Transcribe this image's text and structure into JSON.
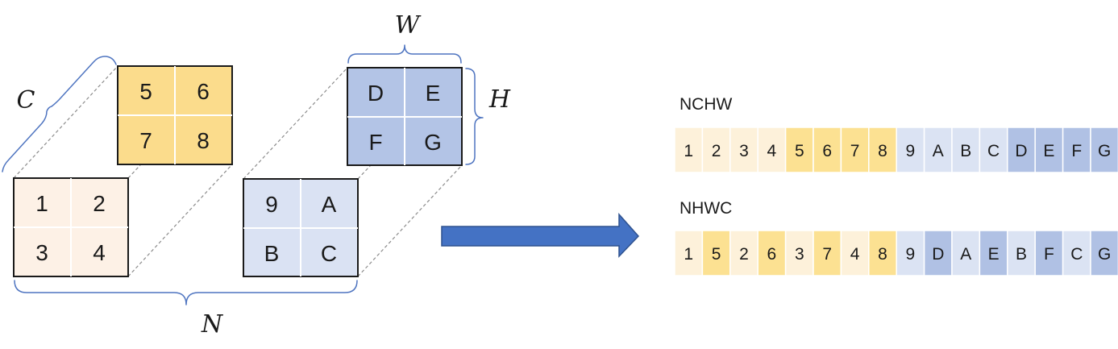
{
  "colors": {
    "light_orange": "#fdf1e6",
    "yellow": "#fbdc8c",
    "light_blue": "#dae2f3",
    "mid_blue": "#b3c4e6",
    "arrow": "#4472c4",
    "brace": "#4e74c0",
    "dashed": "#8c8c8c",
    "strip_light_orange": "#fdf1da",
    "strip_yellow": "#fce192",
    "strip_light_blue": "#dbe3f3",
    "strip_mid_blue": "#b0c1e4"
  },
  "tensor": {
    "batch0_channel0": [
      "1",
      "2",
      "3",
      "4"
    ],
    "batch0_channel1": [
      "5",
      "6",
      "7",
      "8"
    ],
    "batch1_channel0": [
      "9",
      "A",
      "B",
      "C"
    ],
    "batch1_channel1": [
      "D",
      "E",
      "F",
      "G"
    ]
  },
  "axes": {
    "c": "C",
    "w": "W",
    "h": "H",
    "n": "N"
  },
  "layouts": [
    {
      "name": "NCHW",
      "cells": [
        {
          "v": "1",
          "c": "strip_light_orange"
        },
        {
          "v": "2",
          "c": "strip_light_orange"
        },
        {
          "v": "3",
          "c": "strip_light_orange"
        },
        {
          "v": "4",
          "c": "strip_light_orange"
        },
        {
          "v": "5",
          "c": "strip_yellow"
        },
        {
          "v": "6",
          "c": "strip_yellow"
        },
        {
          "v": "7",
          "c": "strip_yellow"
        },
        {
          "v": "8",
          "c": "strip_yellow"
        },
        {
          "v": "9",
          "c": "strip_light_blue"
        },
        {
          "v": "A",
          "c": "strip_light_blue"
        },
        {
          "v": "B",
          "c": "strip_light_blue"
        },
        {
          "v": "C",
          "c": "strip_light_blue"
        },
        {
          "v": "D",
          "c": "strip_mid_blue"
        },
        {
          "v": "E",
          "c": "strip_mid_blue"
        },
        {
          "v": "F",
          "c": "strip_mid_blue"
        },
        {
          "v": "G",
          "c": "strip_mid_blue"
        }
      ]
    },
    {
      "name": "NHWC",
      "cells": [
        {
          "v": "1",
          "c": "strip_light_orange"
        },
        {
          "v": "5",
          "c": "strip_yellow"
        },
        {
          "v": "2",
          "c": "strip_light_orange"
        },
        {
          "v": "6",
          "c": "strip_yellow"
        },
        {
          "v": "3",
          "c": "strip_light_orange"
        },
        {
          "v": "7",
          "c": "strip_yellow"
        },
        {
          "v": "4",
          "c": "strip_light_orange"
        },
        {
          "v": "8",
          "c": "strip_yellow"
        },
        {
          "v": "9",
          "c": "strip_light_blue"
        },
        {
          "v": "D",
          "c": "strip_mid_blue"
        },
        {
          "v": "A",
          "c": "strip_light_blue"
        },
        {
          "v": "E",
          "c": "strip_mid_blue"
        },
        {
          "v": "B",
          "c": "strip_light_blue"
        },
        {
          "v": "F",
          "c": "strip_mid_blue"
        },
        {
          "v": "C",
          "c": "strip_light_blue"
        },
        {
          "v": "G",
          "c": "strip_mid_blue"
        }
      ]
    }
  ]
}
